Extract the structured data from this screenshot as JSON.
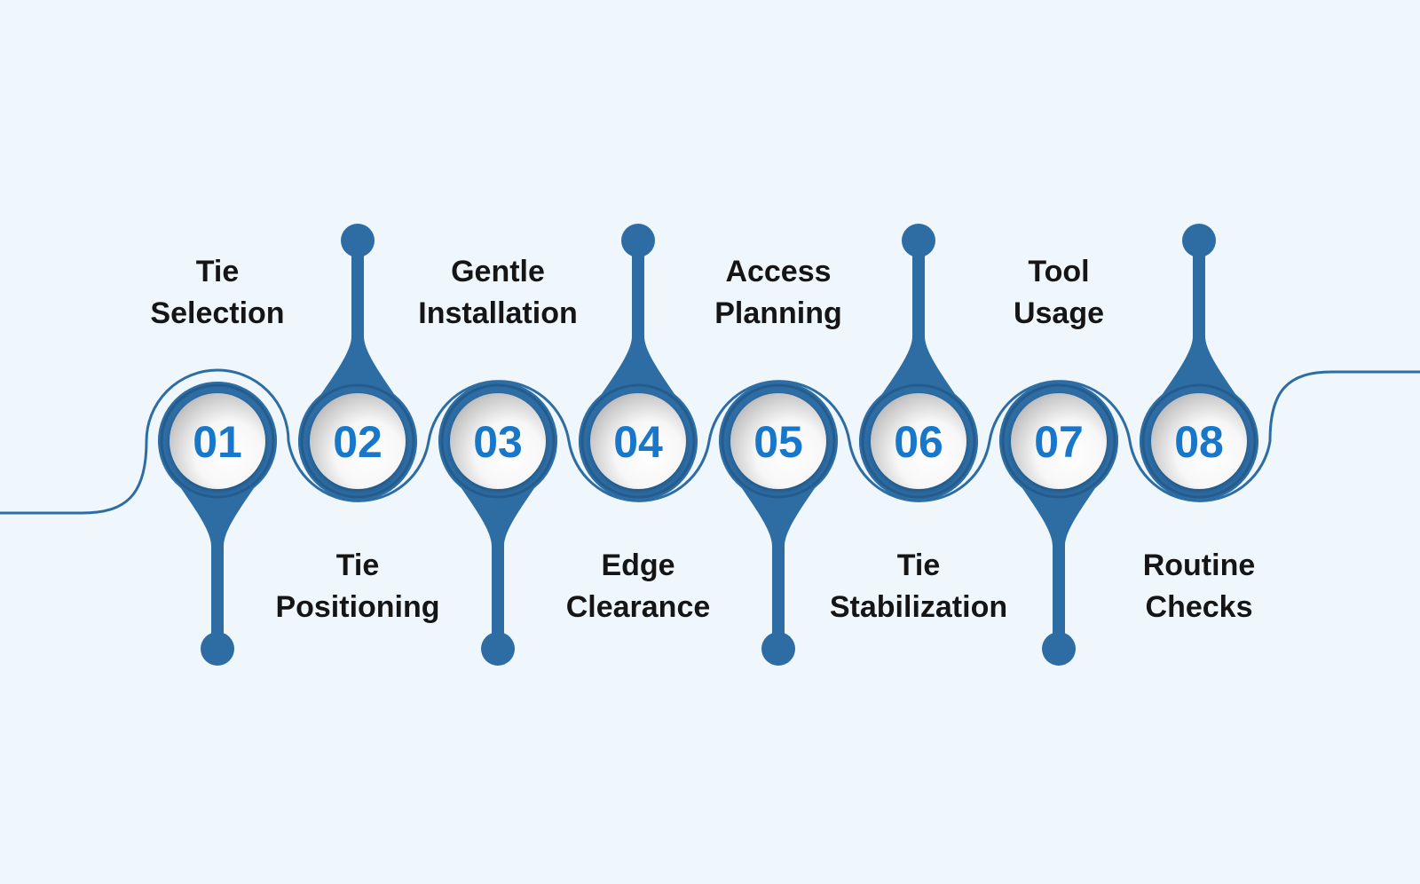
{
  "colors": {
    "background": "#EFF7FD",
    "accent": "#2E6DA4",
    "accent_dark": "#245C8E",
    "number": "#1877C9",
    "label": "#151515"
  },
  "steps": [
    {
      "number": "01",
      "title": [
        "Tie",
        "Selection"
      ],
      "position": "top"
    },
    {
      "number": "02",
      "title": [
        "Tie",
        "Positioning"
      ],
      "position": "bottom"
    },
    {
      "number": "03",
      "title": [
        "Gentle",
        "Installation"
      ],
      "position": "top"
    },
    {
      "number": "04",
      "title": [
        "Edge",
        "Clearance"
      ],
      "position": "bottom"
    },
    {
      "number": "05",
      "title": [
        "Access",
        "Planning"
      ],
      "position": "top"
    },
    {
      "number": "06",
      "title": [
        "Tie",
        "Stabilization"
      ],
      "position": "bottom"
    },
    {
      "number": "07",
      "title": [
        "Tool",
        "Usage"
      ],
      "position": "top"
    },
    {
      "number": "08",
      "title": [
        "Routine",
        "Checks"
      ],
      "position": "bottom"
    }
  ]
}
